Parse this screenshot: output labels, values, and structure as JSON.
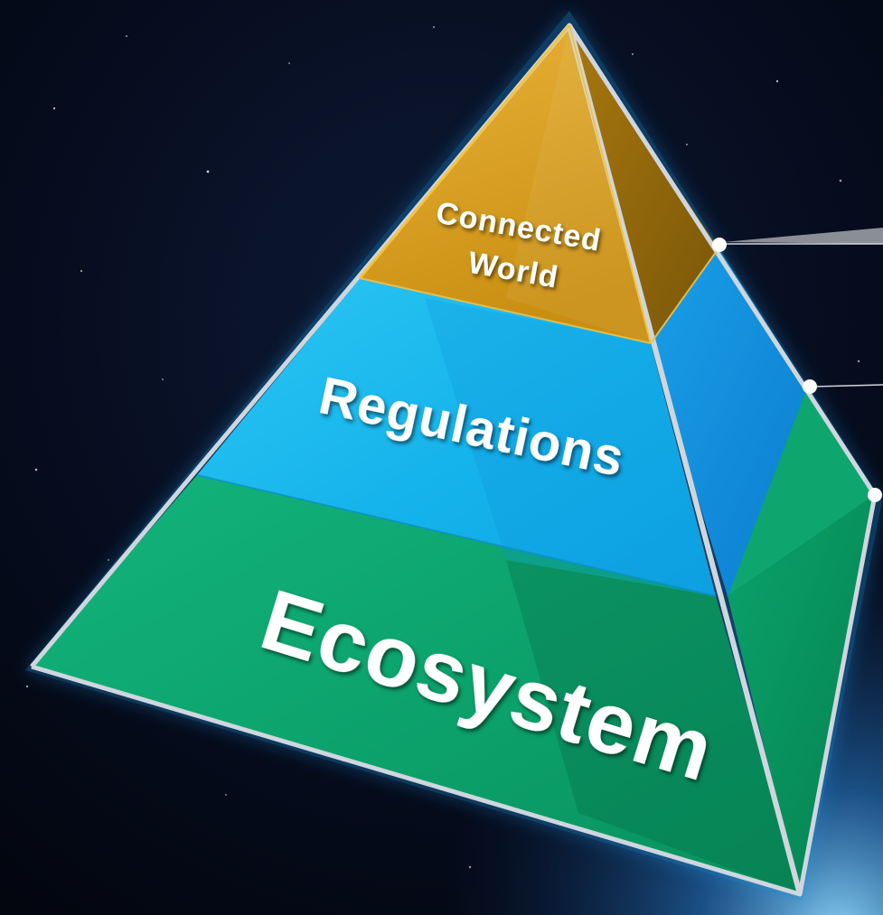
{
  "diagram": {
    "type": "pyramid",
    "layers": [
      {
        "id": "top",
        "label_lines": [
          "Connected",
          "World"
        ],
        "color": "#d49b1c"
      },
      {
        "id": "middle",
        "label_lines": [
          "Regulations"
        ],
        "color": "#1cb4ec"
      },
      {
        "id": "bottom",
        "label_lines": [
          "Ecosystem"
        ],
        "color": "#08a570"
      }
    ],
    "callout_count": 3
  },
  "colors": {
    "background": "#050a18",
    "glow": "#1e8fd6",
    "frame": "#cfd6dd"
  }
}
